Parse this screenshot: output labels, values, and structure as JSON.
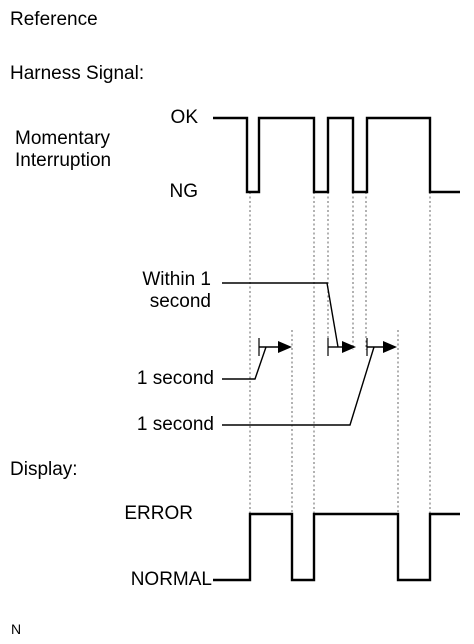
{
  "header": {
    "title": "Reference"
  },
  "harness": {
    "section_label": "Harness Signal:",
    "signal_name": "Momentary Interruption",
    "level_ok": "OK",
    "level_ng": "NG"
  },
  "timing": {
    "within_label": "Within 1 second",
    "one_second_label_a": "1 second",
    "one_second_label_b": "1 second"
  },
  "display": {
    "section_label": "Display:",
    "level_error": "ERROR",
    "level_normal": "NORMAL"
  },
  "footer": {
    "code": "N"
  }
}
